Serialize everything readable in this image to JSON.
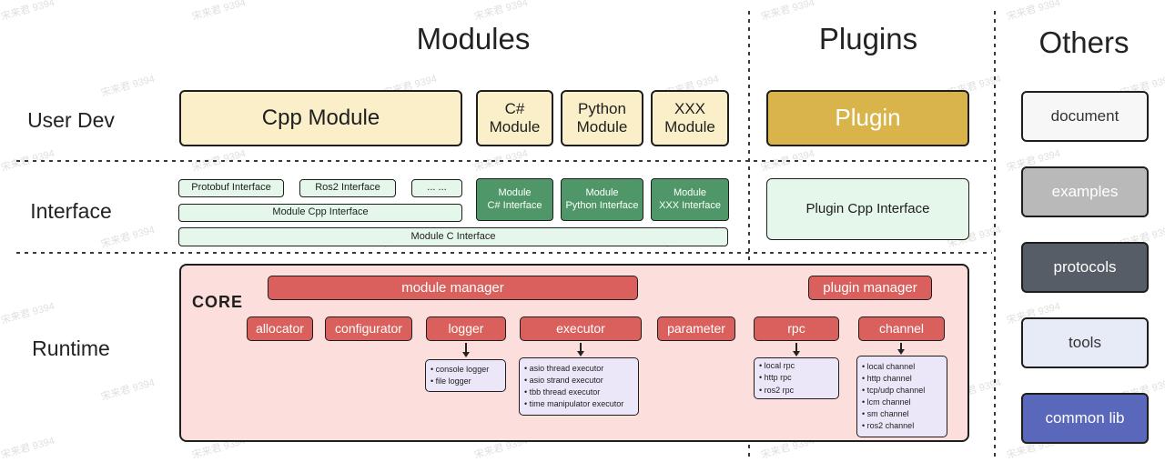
{
  "watermark": {
    "text": "宋来君 9394"
  },
  "headers": {
    "modules": "Modules",
    "plugins": "Plugins",
    "others": "Others"
  },
  "rows": {
    "user_dev": "User Dev",
    "interface": "Interface",
    "runtime": "Runtime"
  },
  "modules": {
    "cpp_module": "Cpp Module",
    "csharp_module": [
      "C#",
      "Module"
    ],
    "python_module": [
      "Python",
      "Module"
    ],
    "xxx_module": [
      "XXX",
      "Module"
    ],
    "interfaces": {
      "protobuf": "Protobuf Interface",
      "ros2": "Ros2 Interface",
      "ellipsis": "... ...",
      "module_cpp": "Module Cpp Interface",
      "module_c": "Module C Interface",
      "module_csharp": [
        "Module",
        "C# Interface"
      ],
      "module_python": [
        "Module",
        "Python Interface"
      ],
      "module_xxx": [
        "Module",
        "XXX Interface"
      ]
    }
  },
  "plugins": {
    "plugin": "Plugin",
    "plugin_cpp_interface": "Plugin Cpp Interface"
  },
  "others": {
    "items": [
      {
        "label": "document"
      },
      {
        "label": "examples"
      },
      {
        "label": "protocols"
      },
      {
        "label": "tools"
      },
      {
        "label": "common lib"
      }
    ]
  },
  "runtime": {
    "core_label": "CORE",
    "module_manager": "module manager",
    "plugin_manager": "plugin manager",
    "components": {
      "allocator": "allocator",
      "configurator": "configurator",
      "logger": "logger",
      "executor": "executor",
      "parameter": "parameter",
      "rpc": "rpc",
      "channel": "channel"
    },
    "logger_items": [
      "console logger",
      "file logger"
    ],
    "executor_items": [
      "asio thread executor",
      "asio strand executor",
      "tbb thread executor",
      "time manipulator executor"
    ],
    "rpc_items": [
      "local rpc",
      "http rpc",
      "ros2 rpc"
    ],
    "channel_items": [
      "local channel",
      "http channel",
      "tcp/udp channel",
      "lcm channel",
      "sm channel",
      "ros2 channel"
    ]
  },
  "colors": {
    "cream": "#FBEFC9",
    "gold": "#D9B44A",
    "light_green": "#E4F7EA",
    "dark_green": "#4F9768",
    "core_pink": "#FCDEDC",
    "component_red": "#D9605C",
    "list_purple": "#EBE7F9",
    "common_lib_blue": "#5A68BB",
    "protocols_gray": "#575D66"
  }
}
